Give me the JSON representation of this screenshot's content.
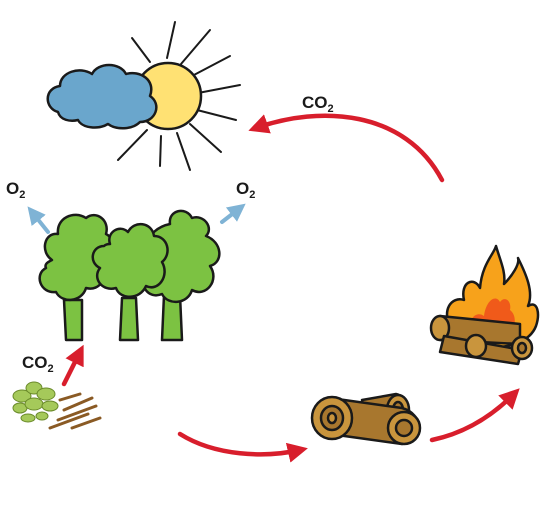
{
  "labels": {
    "co2_top": {
      "base": "CO",
      "sub": "2"
    },
    "co2_ground": {
      "base": "CO",
      "sub": "2"
    },
    "o2_left": {
      "base": "O",
      "sub": "2"
    },
    "o2_right": {
      "base": "O",
      "sub": "2"
    }
  },
  "colors": {
    "arrow_red": "#d81e2c",
    "arrow_blue": "#7fb3d5",
    "sun_fill": "#ffe173",
    "cloud_fill": "#6aa6cc",
    "tree_fill": "#7cc242",
    "wood_fill": "#a8772e",
    "fire_outer": "#f7a21b",
    "fire_inner": "#f05a1a",
    "outline": "#1a1a1a"
  },
  "icons": [
    "sun-icon",
    "cloud-icon",
    "trees-icon",
    "campfire-icon",
    "logs-icon",
    "leaf-litter-icon"
  ]
}
